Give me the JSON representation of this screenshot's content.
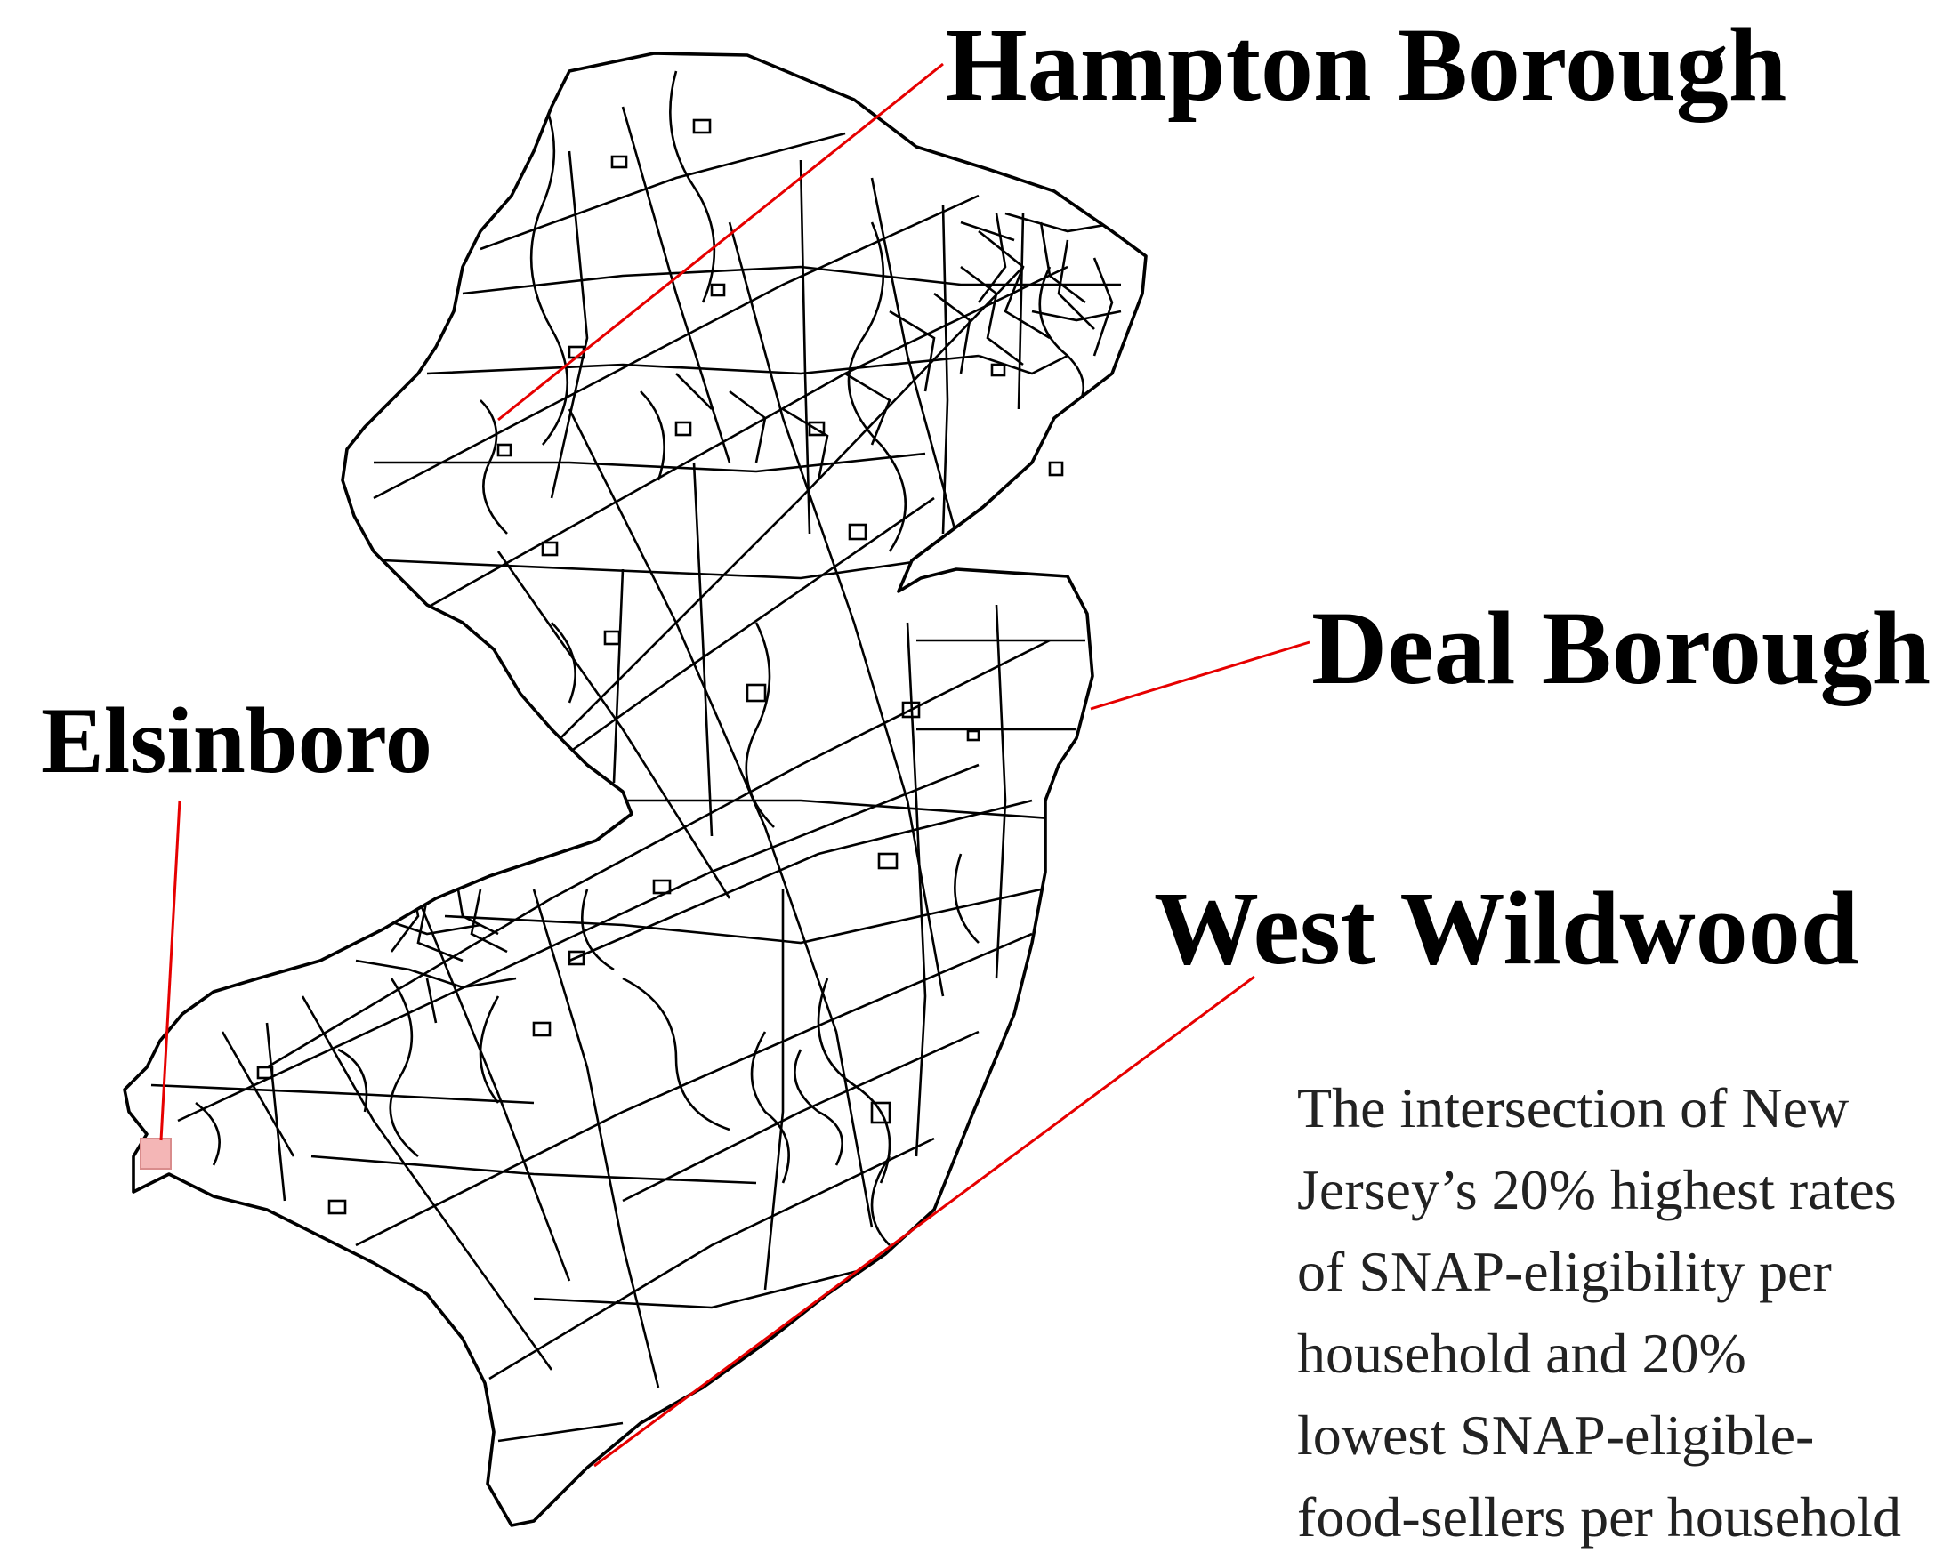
{
  "map": {
    "region": "New Jersey",
    "outline_color": "#000000",
    "leader_color": "#e60000",
    "highlight_color": "#f4b6b6"
  },
  "labels": {
    "hampton": "Hampton Borough",
    "deal": "Deal Borough",
    "elsinboro": "Elsinboro",
    "west_wildwood": "West Wildwood"
  },
  "caption": {
    "lines": [
      "The intersection of New",
      "Jersey’s 20% highest rates",
      "of SNAP-eligibility per",
      "household and 20%",
      "lowest SNAP-eligible-",
      "food-sellers per household"
    ]
  }
}
